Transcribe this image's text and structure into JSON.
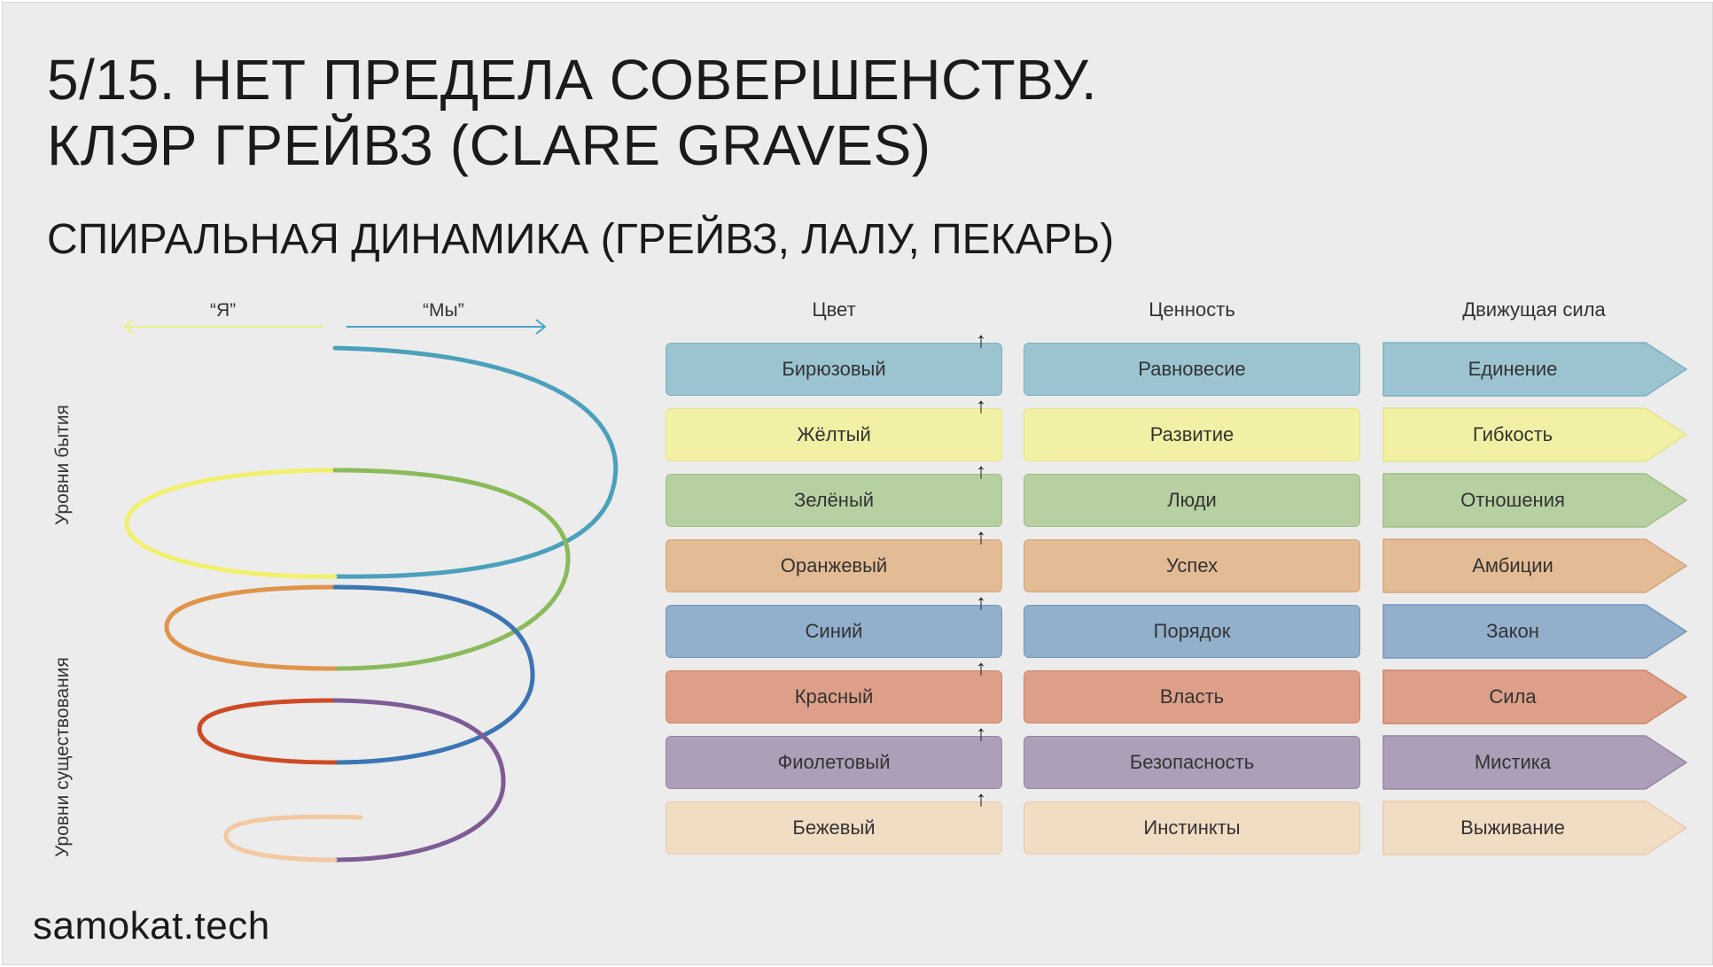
{
  "header": {
    "title_line1": "5/15. НЕТ ПРЕДЕЛА СОВЕРШЕНСТВУ.",
    "title_line2": "КЛЭР ГРЕЙВЗ (CLARE GRAVES)",
    "subtitle": "СПИРАЛЬНАЯ ДИНАМИКА (ГРЕЙВЗ, ЛАЛУ, ПЕКАРЬ)"
  },
  "spiral": {
    "left_label": "“Я”",
    "right_label": "“Мы”",
    "axis_upper": "Уровни бытия",
    "axis_lower": "Уровни существования",
    "left_arrow_color": "#eeee88",
    "right_arrow_color": "#4aa3c8"
  },
  "table": {
    "headers": [
      "Цвет",
      "Ценность",
      "Движущая сила"
    ],
    "rows": [
      {
        "color": "Бирюзовый",
        "value": "Равновесие",
        "force": "Единение",
        "fill": "#9bc4d0",
        "border": "#7fb0c0"
      },
      {
        "color": "Жёлтый",
        "value": "Развитие",
        "force": "Гибкость",
        "fill": "#f1f0a4",
        "border": "#e6e48a"
      },
      {
        "color": "Зелёный",
        "value": "Люди",
        "force": "Отношения",
        "fill": "#b7d0a2",
        "border": "#9dbd85"
      },
      {
        "color": "Оранжевый",
        "value": "Успех",
        "force": "Амбиции",
        "fill": "#e3bb94",
        "border": "#d6a478"
      },
      {
        "color": "Синий",
        "value": "Порядок",
        "force": "Закон",
        "fill": "#92afcb",
        "border": "#7697bb"
      },
      {
        "color": "Красный",
        "value": "Власть",
        "force": "Сила",
        "fill": "#dd9f88",
        "border": "#cf8468"
      },
      {
        "color": "Фиолетовый",
        "value": "Безопасность",
        "force": "Мистика",
        "fill": "#ad9fb8",
        "border": "#9685a6"
      },
      {
        "color": "Бежевый",
        "value": "Инстинкты",
        "force": "Выживание",
        "fill": "#f1dcc4",
        "border": "#e8cbaa"
      }
    ],
    "up_arrow_glyph": "↑"
  },
  "footer": {
    "brand": "samokat.tech"
  }
}
